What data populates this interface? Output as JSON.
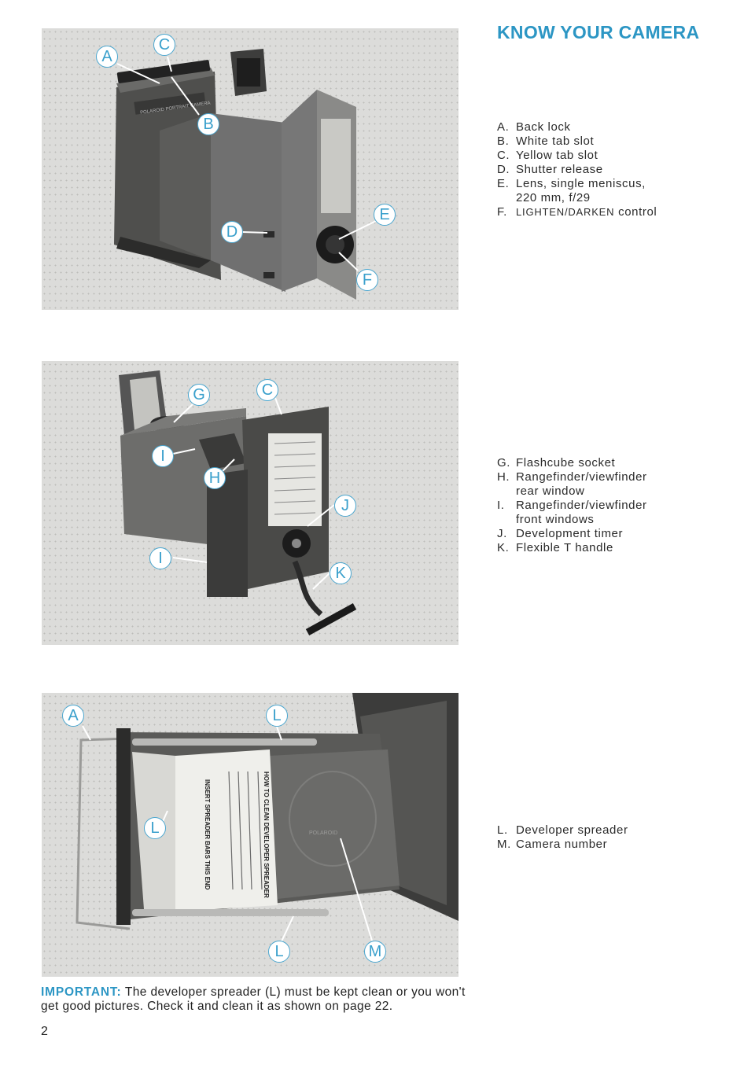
{
  "title": "KNOW YOUR CAMERA",
  "photo1": {
    "labels": [
      "A",
      "C",
      "B",
      "D",
      "E",
      "F"
    ],
    "camera_text": "POLAROID PORTRAIT CAMERA"
  },
  "photo2": {
    "labels": [
      "G",
      "C",
      "I",
      "H",
      "J",
      "I",
      "K"
    ]
  },
  "photo3": {
    "labels": [
      "A",
      "L",
      "L",
      "L",
      "M"
    ],
    "instruction_heading": "HOW TO CLEAN DEVELOPER SPREADER",
    "instruction_side": "INSERT SPREADER BARS THIS END",
    "camera_number": "POLAROID"
  },
  "legend1": [
    {
      "key": "A.",
      "text": "Back lock"
    },
    {
      "key": "B.",
      "text": "White tab slot"
    },
    {
      "key": "C.",
      "text": "Yellow tab slot"
    },
    {
      "key": "D.",
      "text": "Shutter release"
    },
    {
      "key": "E.",
      "text": "Lens, single meniscus,\n220 mm, f/29"
    },
    {
      "key": "F.",
      "text": "LIGHTEN/DARKEN",
      "suffix": " control"
    }
  ],
  "legend2": [
    {
      "key": "G.",
      "text": "Flashcube socket"
    },
    {
      "key": "H.",
      "text": "Rangefinder/viewfinder\nrear window"
    },
    {
      "key": "I.",
      "text": "Rangefinder/viewfinder\nfront windows"
    },
    {
      "key": "J.",
      "text": "Development timer"
    },
    {
      "key": "K.",
      "text": "Flexible T handle"
    }
  ],
  "legend3": [
    {
      "key": "L.",
      "text": "Developer spreader"
    },
    {
      "key": "M.",
      "text": "Camera number"
    }
  ],
  "note": {
    "lead": "IMPORTANT:",
    "text": " The developer spreader (L) must be kept clean or you won't get good pictures. Check it and clean it as shown on page 22."
  },
  "page_number": "2"
}
